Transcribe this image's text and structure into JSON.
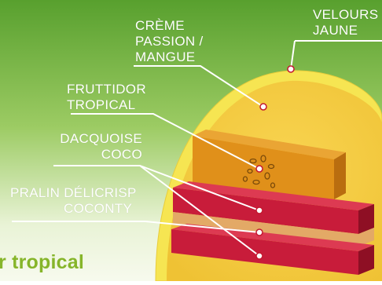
{
  "labels": {
    "creme": [
      "CRÈME",
      "PASSION /",
      "MANGUE"
    ],
    "velours": [
      "VELOURS",
      "JAUNE"
    ],
    "fruttidor": [
      "FRUTTIDOR",
      "TROPICAL"
    ],
    "dacquoise": [
      "DACQUOISE",
      "COCO"
    ],
    "pralin": [
      "PRALIN DÉLICRISP",
      "COCONTY"
    ]
  },
  "caption": "r tropical",
  "colors": {
    "background_top": "#58a02e",
    "background_bottom": "#f7faee",
    "dome": "#f7cf45",
    "velours": "#f6e552",
    "fruttidor": "#e0901a",
    "pralin": "#c81c3a",
    "dacquoise": "#e3a966",
    "leader_line": "#ffffff",
    "caption": "#86b52a"
  }
}
